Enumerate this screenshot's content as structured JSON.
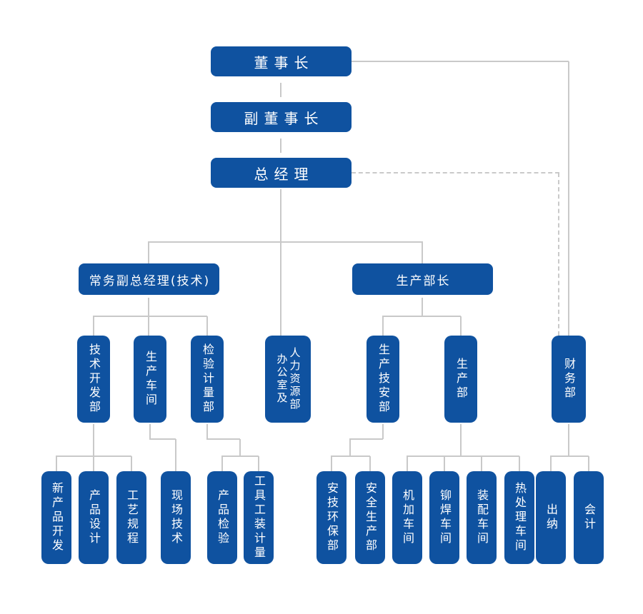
{
  "org_chart": {
    "colors": {
      "node_background": "#0F52A0",
      "node_text": "#FFFFFF",
      "connector_line": "#C9C9C9",
      "page_background": "#FFFFFF"
    },
    "nodes": {
      "chairman": {
        "label": "董事长"
      },
      "vice_chairman": {
        "label": "副董事长"
      },
      "general_manager": {
        "label": "总经理"
      },
      "exec_deputy_gm_tech": {
        "label": "常务副总经理(技术)"
      },
      "production_director": {
        "label": "生产部长"
      },
      "tech_dev_dept": {
        "label": "技术开发部"
      },
      "production_workshop": {
        "label": "生产车间"
      },
      "inspection_metrology_dept": {
        "label": "检验计量部"
      },
      "office_hr_dept": {
        "lines": [
          "办公室及",
          "人力资源部"
        ]
      },
      "production_tech_safety_dept": {
        "label": "生产技安部"
      },
      "production_dept": {
        "label": "生产部"
      },
      "finance_dept": {
        "label": "财务部"
      },
      "new_product_dev": {
        "label": "新产品开发"
      },
      "product_design": {
        "label": "产品设计"
      },
      "process_regulations": {
        "label": "工艺规程"
      },
      "onsite_tech": {
        "label": "现场技术"
      },
      "product_inspection": {
        "label": "产品检验"
      },
      "tooling_metrology": {
        "label": "工具工装计量"
      },
      "safety_env_dept": {
        "label": "安技环保部"
      },
      "safety_production_dept": {
        "label": "安全生产部"
      },
      "machining_workshop": {
        "label": "机加车间"
      },
      "welding_workshop": {
        "label": "铆焊车间"
      },
      "assembly_workshop": {
        "label": "装配车间"
      },
      "heat_treatment_workshop": {
        "label": "热处理车间"
      },
      "cashier": {
        "label": "出纳"
      },
      "accountant": {
        "label": "会计"
      }
    }
  }
}
